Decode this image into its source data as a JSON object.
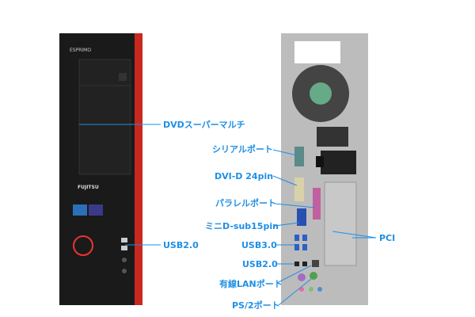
{
  "product": {
    "brand_logo": "FUJITSU",
    "model_badge": "ESPRIMO"
  },
  "labels": {
    "dvd": "DVDスーパーマルチ",
    "front_usb": "USB2.0",
    "serial": "シリアルポート",
    "dvi": "DVI-D 24pin",
    "parallel": "パラレルポート",
    "vga": "ミニD-sub15pin",
    "usb3": "USB3.0",
    "usb2": "USB2.0",
    "lan": "有線LANポート",
    "ps2": "PS/2ポート",
    "pci": "PCI"
  },
  "colors": {
    "label": "#1e8fe6",
    "front_accent": "#c8281e"
  }
}
